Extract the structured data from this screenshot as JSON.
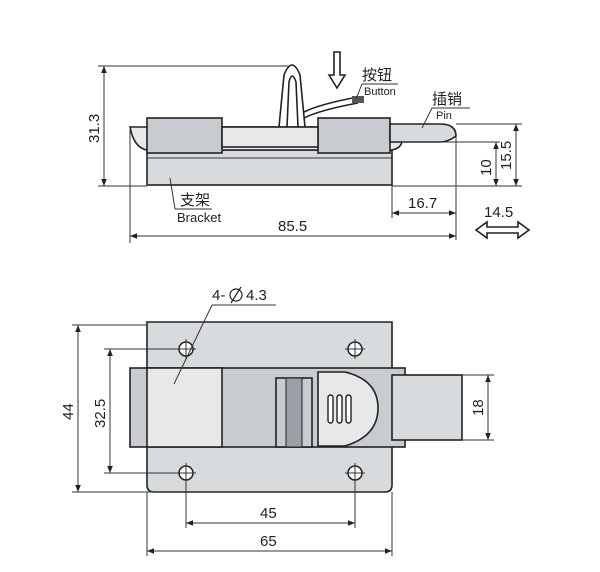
{
  "side_view": {
    "height_dim": "31.3",
    "button_cn": "按钮",
    "button_en": "Button",
    "pin_cn": "插销",
    "pin_en": "Pin",
    "pin_dim_a": "10",
    "pin_dim_b": "15.5",
    "bracket_cn": "支架",
    "bracket_en": "Bracket",
    "pin_extension_dim": "16.7",
    "length_dim": "85.5",
    "travel_dim": "14.5"
  },
  "top_view": {
    "holes_label": "4-",
    "holes_dia": "4.3",
    "height_dim": "44",
    "hole_spacing_v": "32.5",
    "pin_width_dim": "18",
    "hole_spacing_h": "45",
    "width_dim": "65"
  },
  "colors": {
    "metal": "#d8dbde",
    "line": "#222222"
  }
}
